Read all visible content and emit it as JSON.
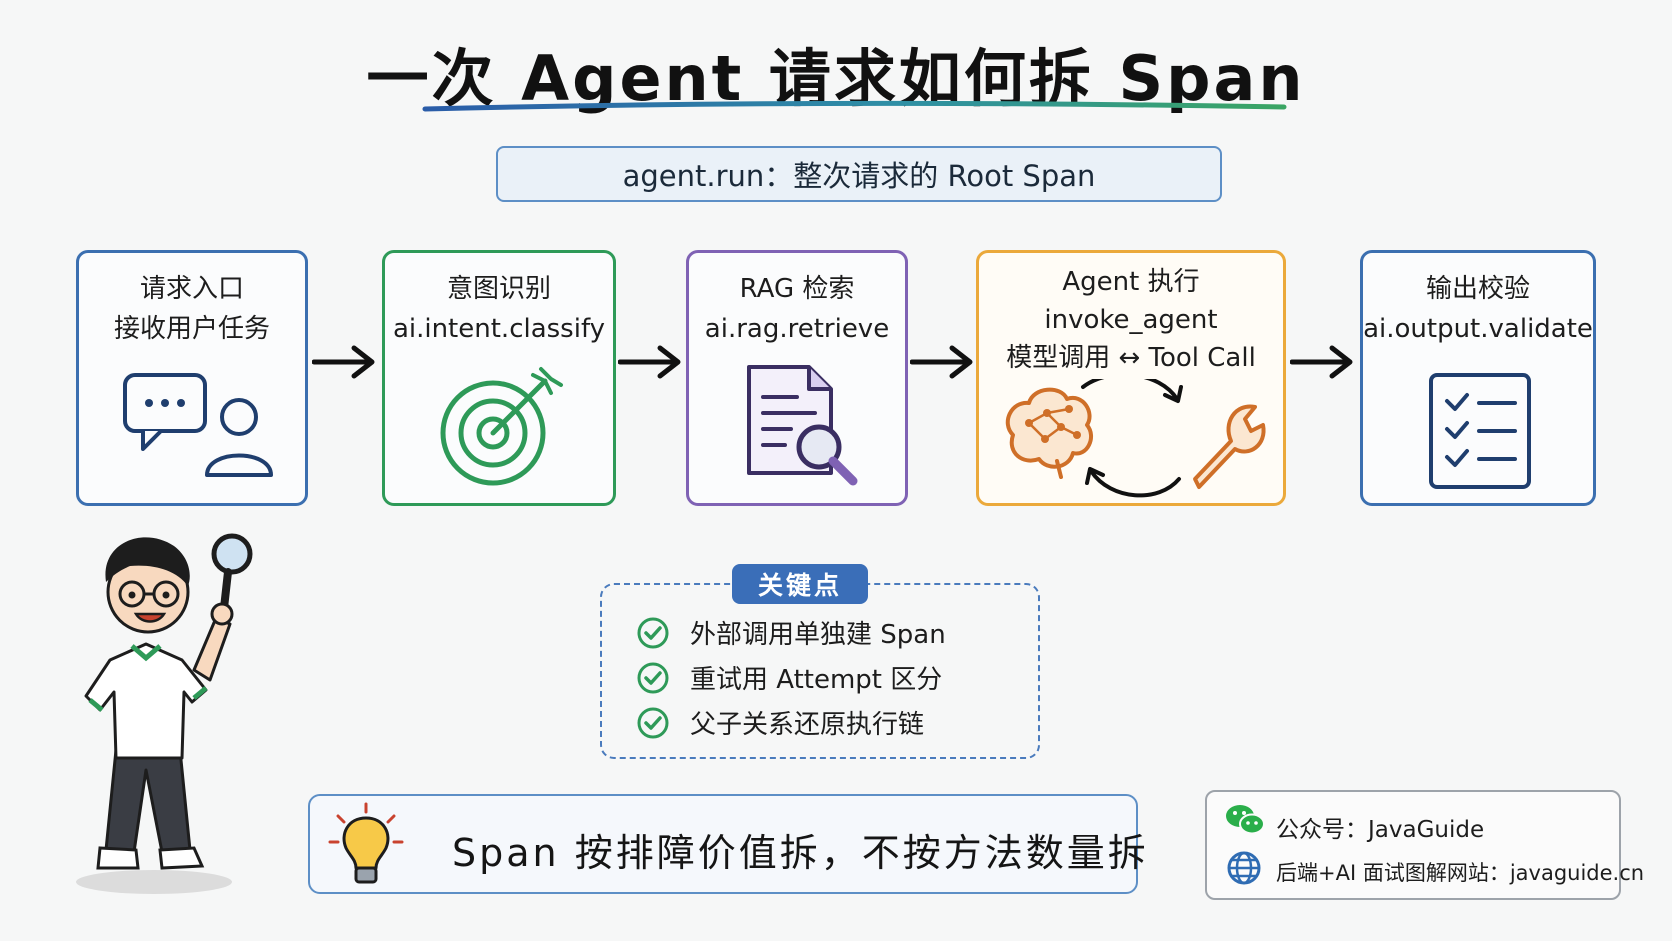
{
  "title": "一次 Agent 请求如何拆 Span",
  "root_span": "agent.run：整次请求的 Root Span",
  "steps": [
    {
      "line1": "请求入口",
      "line2": "接收用户任务",
      "icon": "chat-user-icon",
      "color": "#3b6fb0"
    },
    {
      "line1": "意图识别",
      "line2": "ai.intent.classify",
      "icon": "target-icon",
      "color": "#2e9a58"
    },
    {
      "line1": "RAG 检索",
      "line2": "ai.rag.retrieve",
      "icon": "document-search-icon",
      "color": "#7f62b4"
    },
    {
      "line1": "Agent 执行",
      "line2": "invoke_agent",
      "line3": "模型调用 ↔ Tool Call",
      "icon": "brain-wrench-cycle-icon",
      "color": "#eba93b"
    },
    {
      "line1": "输出校验",
      "line2": "ai.output.validate",
      "icon": "checklist-icon",
      "color": "#3b6fb0"
    }
  ],
  "key_points": {
    "tag": "关键点",
    "items": [
      "外部调用单独建 Span",
      "重试用 Attempt 区分",
      "父子关系还原执行链"
    ]
  },
  "principle": "Span 按排障价值拆，不按方法数量拆",
  "footer": {
    "wechat": "公众号：JavaGuide",
    "site": "后端+AI 面试图解网站：javaguide.cn"
  }
}
